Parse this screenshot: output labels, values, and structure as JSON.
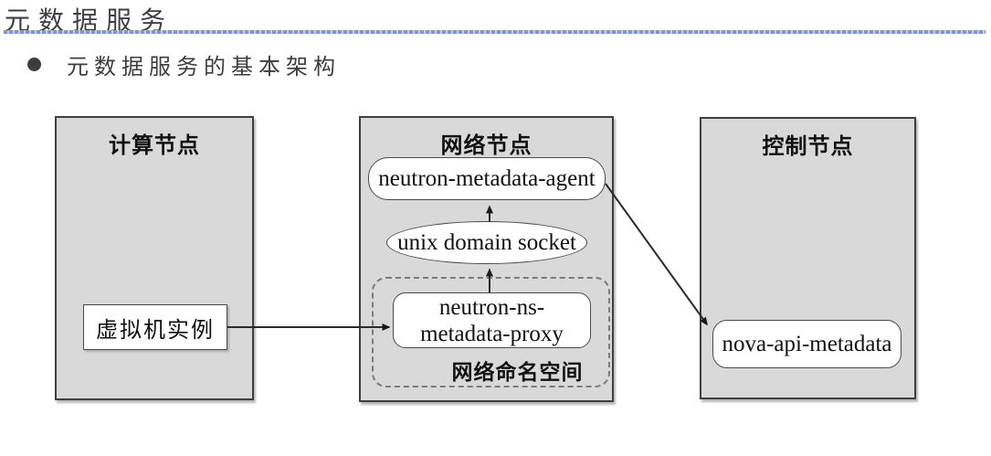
{
  "page": {
    "title": "元数据服务",
    "bullet_text": "元数据服务的基本架构"
  },
  "diagram": {
    "compute_node": {
      "title": "计算节点",
      "vm_label": "虚拟机实例"
    },
    "network_node": {
      "title": "网络节点",
      "agent_label": "neutron-metadata-agent",
      "socket_label": "unix domain socket",
      "proxy_line1": "neutron-ns-",
      "proxy_line2": "metadata-proxy",
      "namespace_label": "网络命名空间"
    },
    "control_node": {
      "title": "控制节点",
      "api_label": "nova-api-metadata"
    },
    "edges": [
      {
        "from": "虚拟机实例",
        "to": "neutron-ns-metadata-proxy"
      },
      {
        "from": "neutron-ns-metadata-proxy",
        "to": "unix domain socket"
      },
      {
        "from": "unix domain socket",
        "to": "neutron-metadata-agent"
      },
      {
        "from": "neutron-metadata-agent",
        "to": "nova-api-metadata"
      }
    ],
    "colors": {
      "node_fill": "#d9d9d9",
      "node_border": "#3f3f3f",
      "shape_fill": "#ffffff",
      "title_rule_blue": "#8193d3",
      "text": "#3d3d3d",
      "arrow": "#2b2b2b"
    }
  }
}
